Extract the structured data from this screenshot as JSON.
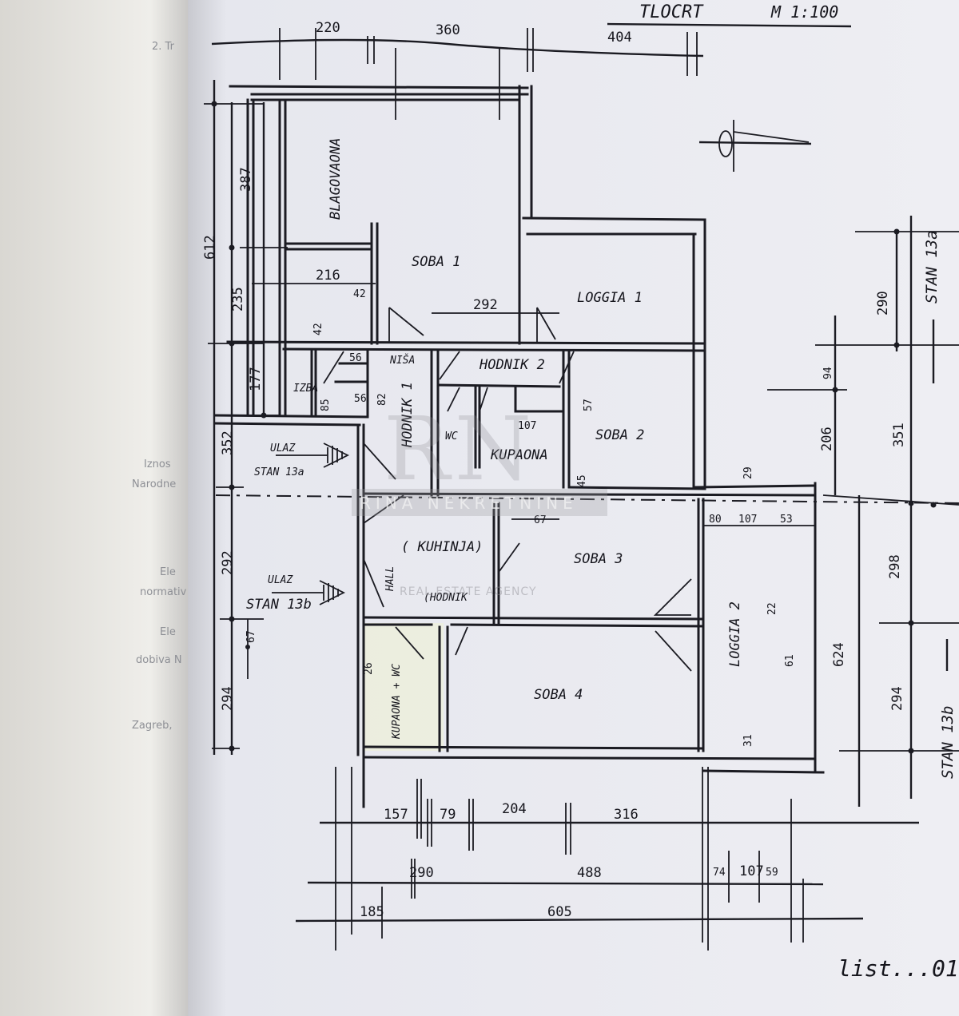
{
  "header": {
    "title": "TLOCRT",
    "scale": "M 1:100"
  },
  "rooms": {
    "blagovaona": "BLAGOVAONA",
    "soba1": "SOBA 1",
    "loggia1": "LOGGIA 1",
    "nisa": "NIŠA",
    "hodnik2": "HODNIK 2",
    "izba": "IZBA",
    "hodnik1": "HODNIK 1",
    "wc": "WC",
    "kupaona": "KUPAONA",
    "soba2": "SOBA 2",
    "kuhinja": "( KUHINJA)",
    "hall": "HALL",
    "hodnik": "(HODNIK",
    "soba3": "SOBA 3",
    "loggia2": "LOGGIA 2",
    "kupaona_wc": "KUPAONA + WC",
    "soba4": "SOBA 4"
  },
  "entrances": {
    "ulaz_a_1": "ULAZ",
    "ulaz_a_2": "STAN 13a",
    "ulaz_b_1": "ULAZ",
    "ulaz_b_2": "STAN 13b"
  },
  "side_labels": {
    "stan_13a": "STAN 13a",
    "stan_13b": "STAN 13b"
  },
  "dimensions": {
    "top": [
      "220",
      "360",
      "404"
    ],
    "left": [
      "612",
      "387",
      "235",
      "177",
      "352",
      "292",
      "294",
      "67"
    ],
    "interior": [
      "216",
      "42",
      "42",
      "292",
      "56",
      "56",
      "82",
      "85",
      "107",
      "57",
      "45",
      "67",
      "80",
      "107",
      "53",
      "29",
      "22",
      "61",
      "26",
      "31"
    ],
    "right": [
      "290",
      "94",
      "206",
      "351",
      "298",
      "624",
      "294"
    ],
    "bottom_row1": [
      "157",
      "79",
      "204",
      "316"
    ],
    "bottom_row2": [
      "290",
      "488",
      "74",
      "107",
      "59"
    ],
    "bottom_row3": [
      "185",
      "605"
    ]
  },
  "sheet": "list...01",
  "watermark": {
    "brand": "RINA NEKRETNINE",
    "tagline": "REAL ESTATE AGENCY",
    "logo": "RN"
  },
  "left_page_fragments": [
    "2. Tr",
    "Iznos",
    "Narodne",
    "Ele",
    "normativ",
    "Ele",
    "dobiva N",
    "Zagreb,"
  ]
}
